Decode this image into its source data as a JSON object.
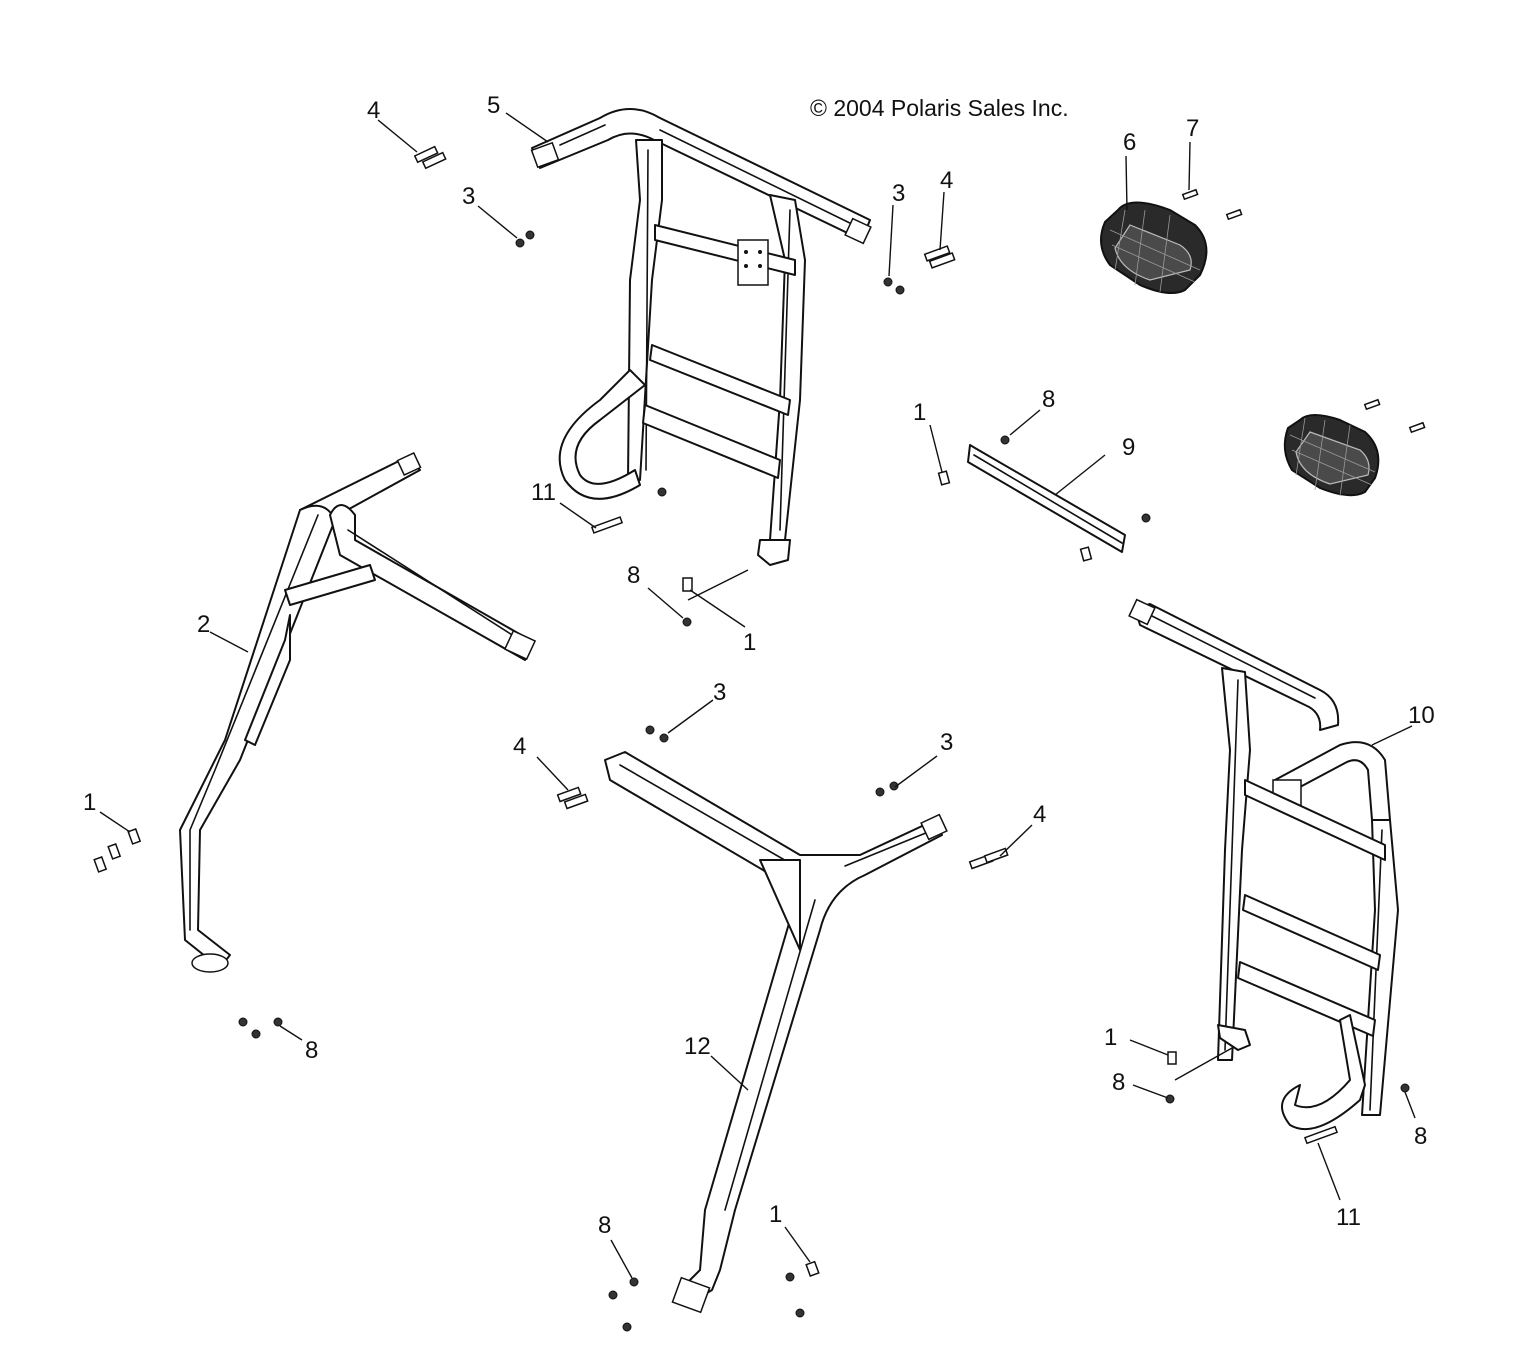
{
  "copyright": "© 2004 Polaris Sales Inc.",
  "callouts": {
    "c1a": "1",
    "c1b": "1",
    "c1c": "1",
    "c1d": "1",
    "c1e": "1",
    "c2": "2",
    "c3a": "3",
    "c3b": "3",
    "c3c": "3",
    "c3d": "3",
    "c4a": "4",
    "c4b": "4",
    "c4c": "4",
    "c4d": "4",
    "c5": "5",
    "c6": "6",
    "c7": "7",
    "c8a": "8",
    "c8b": "8",
    "c8c": "8",
    "c8d": "8",
    "c8e": "8",
    "c8f": "8",
    "c9": "9",
    "c10": "10",
    "c11a": "11",
    "c11b": "11",
    "c12": "12"
  }
}
